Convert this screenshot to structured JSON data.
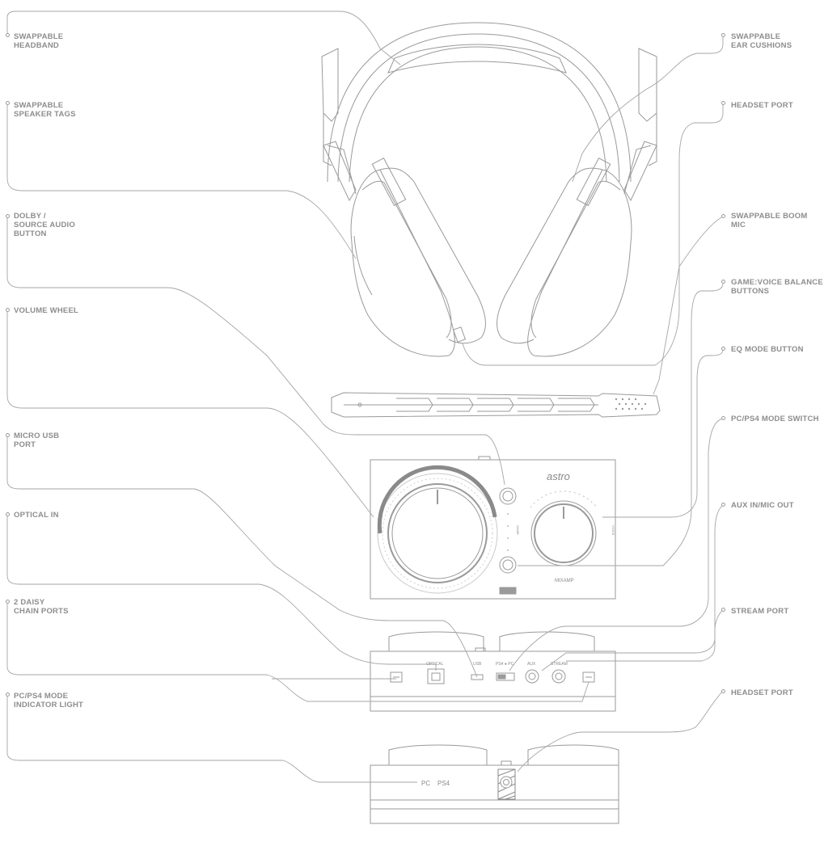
{
  "labels": {
    "left": [
      {
        "id": "swappable-headband",
        "text": "SWAPPABLE\nHEADBAND"
      },
      {
        "id": "swappable-speaker-tags",
        "text": "SWAPPABLE\nSPEAKER TAGS"
      },
      {
        "id": "dolby-source-audio-button",
        "text": "DOLBY /\nSOURCE AUDIO\nBUTTON"
      },
      {
        "id": "volume-wheel",
        "text": "VOLUME WHEEL"
      },
      {
        "id": "micro-usb-port",
        "text": "MICRO USB\nPORT"
      },
      {
        "id": "optical-in",
        "text": "OPTICAL IN"
      },
      {
        "id": "daisy-chain-ports",
        "text": "2 DAISY\nCHAIN PORTS"
      },
      {
        "id": "pc-ps4-mode-indicator",
        "text": "PC/PS4 MODE\nINDICATOR LIGHT"
      }
    ],
    "right": [
      {
        "id": "swappable-ear-cushions",
        "text": "SWAPPABLE\nEAR CUSHIONS"
      },
      {
        "id": "headset-port-top",
        "text": "HEADSET PORT"
      },
      {
        "id": "swappable-boom-mic",
        "text": "SWAPPABLE BOOM MIC"
      },
      {
        "id": "game-voice-balance-buttons",
        "text": "GAME:VOICE BALANCE\nBUTTONS"
      },
      {
        "id": "eq-mode-button",
        "text": "EQ MODE BUTTON"
      },
      {
        "id": "pc-ps4-mode-switch",
        "text": "PC/PS4 MODE SWITCH"
      },
      {
        "id": "aux-in-mic-out",
        "text": "AUX IN/MIC OUT"
      },
      {
        "id": "stream-port",
        "text": "STREAM PORT"
      },
      {
        "id": "headset-port-bottom",
        "text": "HEADSET PORT"
      }
    ]
  },
  "device_text": {
    "brand": "astro",
    "mixamp": "MIXAMP",
    "optical": "OPTICAL",
    "usb": "USB",
    "switch": "PS4 ● PC",
    "aux": "AUX",
    "stream": "STREAM",
    "pc": "PC",
    "ps4": "PS4",
    "game": "GAME",
    "voice": "VOICE"
  },
  "colors": {
    "line": "#9a9a9a",
    "text": "#8d8d8d"
  }
}
